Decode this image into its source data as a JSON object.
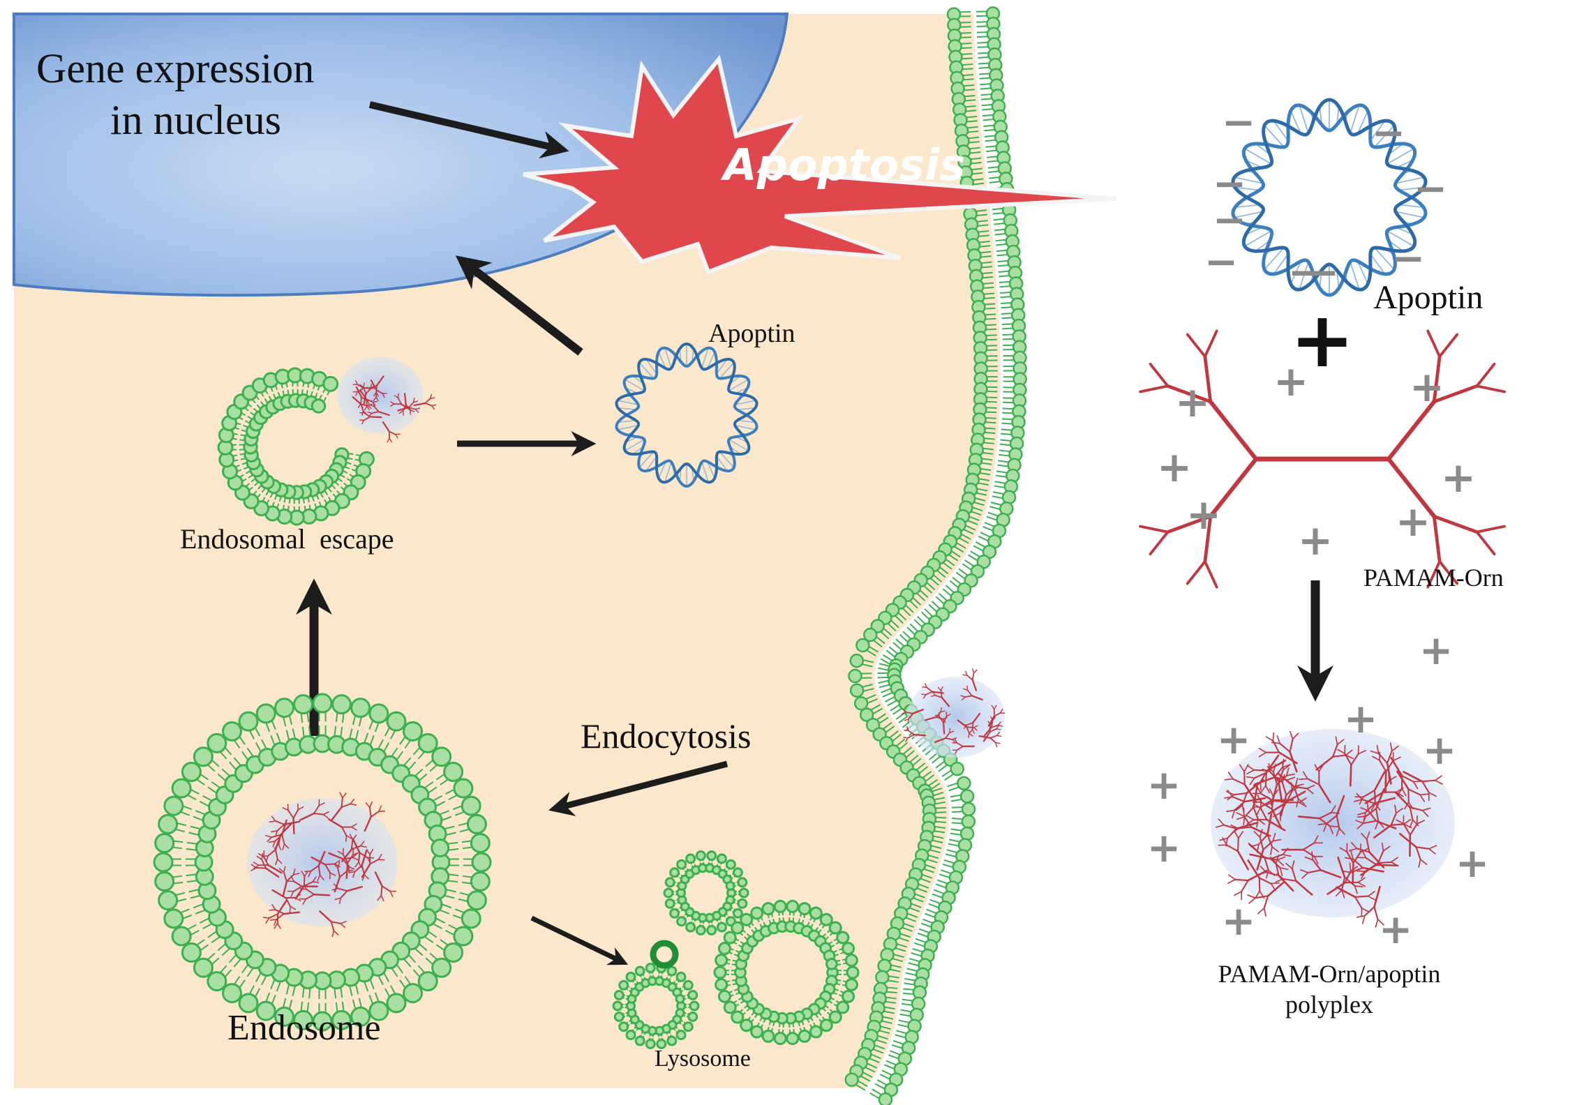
{
  "labels": {
    "gene_expression_line1": "Gene expression",
    "gene_expression_line2": "in nucleus",
    "apoptosis": "Apoptosis",
    "apoptin_free": "Apoptin",
    "apoptin_right": "Apoptin",
    "endosomal_escape": "Endosomal  escape",
    "endocytosis": "Endocytosis",
    "endosome": "Endosome",
    "lysosome": "Lysosome",
    "pamam_orn": "PAMAM-Orn",
    "polyplex_line1": "PAMAM-Orn/apoptin",
    "polyplex_line2": "polyplex"
  },
  "symbols": {
    "plus": "+",
    "minus": "−"
  },
  "colors": {
    "cytoplasm": "#fbe8cc",
    "nucleus": "#8fb3e3",
    "membrane": "#3cb04e",
    "membrane_light": "#a9dfa3",
    "dna": "#3c7fc0",
    "dendrimer": "#c0373f",
    "burst": "#e0474d",
    "arrow": "#1c1c1c",
    "charge": "#8a8a8a"
  }
}
